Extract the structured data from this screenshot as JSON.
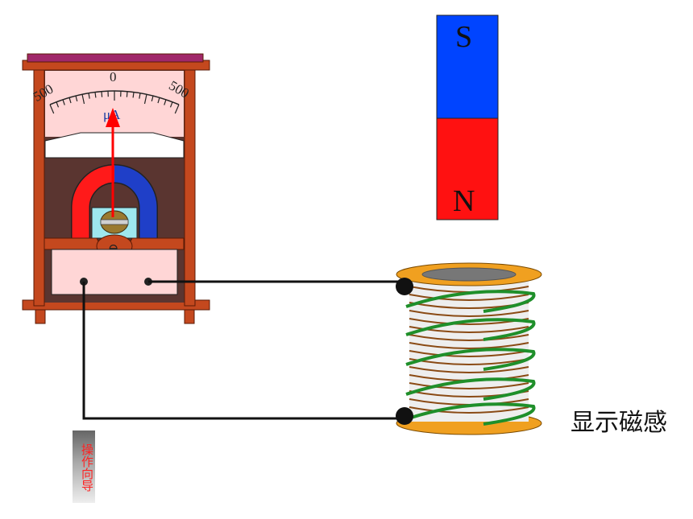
{
  "meter": {
    "scale_labels": [
      "500",
      "0",
      "500"
    ],
    "unit": "μA",
    "terminal_symbol": "⊖"
  },
  "magnet": {
    "top_pole": "S",
    "bottom_pole": "N",
    "top_color": "#0044ff",
    "bottom_color": "#ff1111"
  },
  "controls": {
    "show_field_lines": "显示磁感",
    "operation_guide": "操作向导"
  },
  "colors": {
    "frame": "#c4481e",
    "frame_dark": "#7a2a0c",
    "top_bar": "#a0286a",
    "meter_face": "#ffd6d6",
    "meter_bg": "#5a3530",
    "coil_green": "#1f8f2a",
    "coil_end": "#f0a020",
    "needle": "#ff0000"
  }
}
